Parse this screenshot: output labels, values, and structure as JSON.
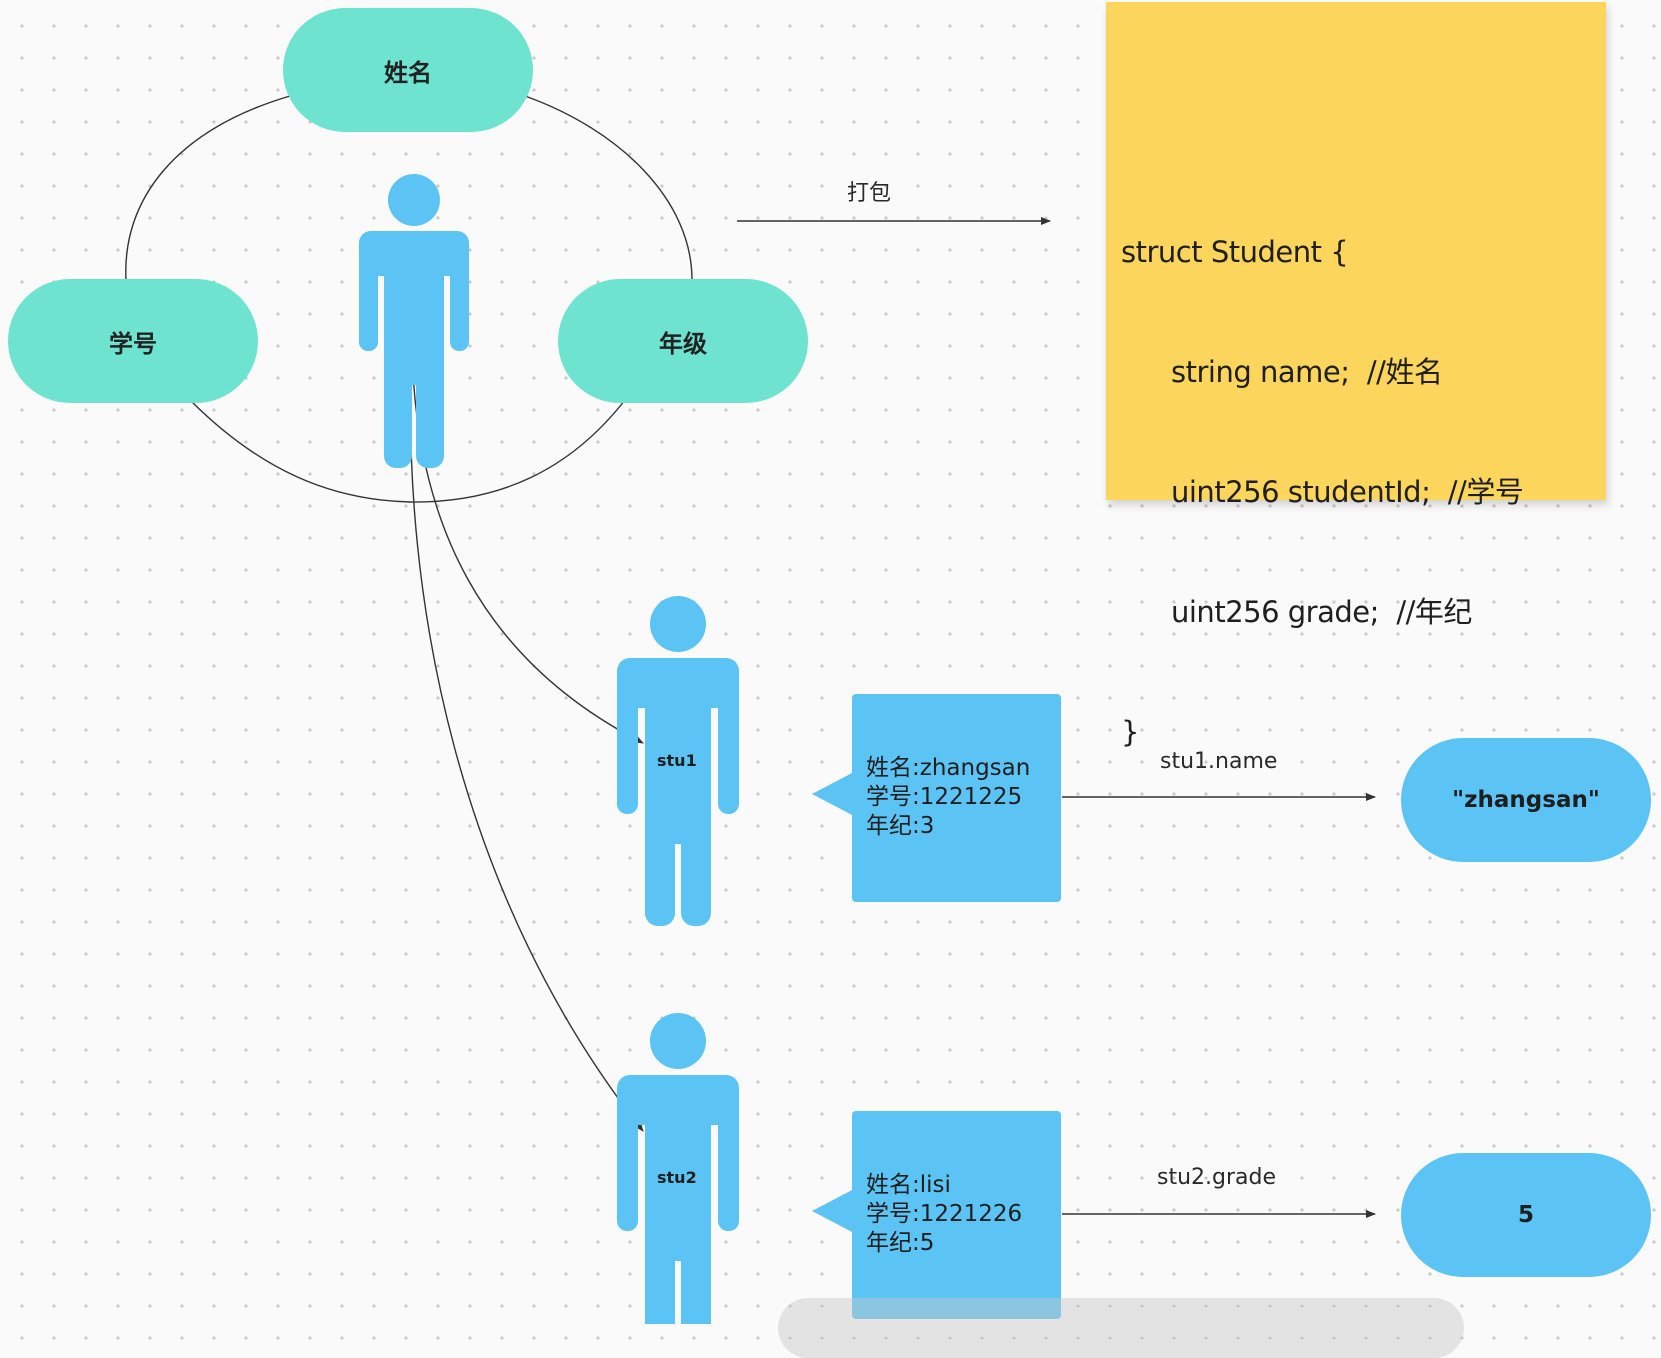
{
  "colors": {
    "attribute_pill": "#6ee3cf",
    "person": "#5bc4f4",
    "sticky_note": "#fcd55c",
    "value_pill": "#5bc4f4",
    "canvas": "#fafafa"
  },
  "attributes": {
    "name": "姓名",
    "student_id": "学号",
    "grade": "年级"
  },
  "pack_label": "打包",
  "sticky": {
    "code_lines": [
      "struct Student {",
      "string name;  //姓名",
      "uint256 studentId;  //学号",
      "uint256 grade;  //年纪",
      "}"
    ]
  },
  "instances": [
    {
      "label": "stu1",
      "fields": [
        "姓名:zhangsan",
        "学号:1221225",
        "年纪:3"
      ],
      "access_label": "stu1.name",
      "access_value": "\"zhangsan\""
    },
    {
      "label": "stu2",
      "fields": [
        "姓名:lisi",
        "学号:1221226",
        "年纪:5"
      ],
      "access_label": "stu2.grade",
      "access_value": "5"
    }
  ],
  "icons": [
    "person-icon",
    "arrow-right-icon"
  ]
}
